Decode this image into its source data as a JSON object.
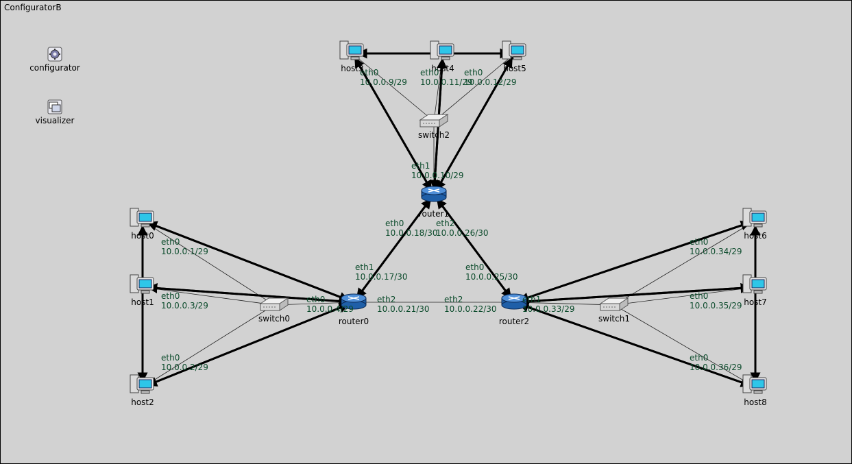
{
  "title": "ConfiguratorB",
  "panel": [
    {
      "id": "configurator",
      "label": "configurator",
      "icon": "gear-icon"
    },
    {
      "id": "visualizer",
      "label": "visualizer",
      "icon": "window-icon"
    }
  ],
  "nodes": [
    {
      "id": "host3",
      "type": "host",
      "label": "host3"
    },
    {
      "id": "host4",
      "type": "host",
      "label": "host4"
    },
    {
      "id": "host5",
      "type": "host",
      "label": "host5"
    },
    {
      "id": "switch2",
      "type": "switch",
      "label": "switch2"
    },
    {
      "id": "router1",
      "type": "router",
      "label": "router1"
    },
    {
      "id": "host0",
      "type": "host",
      "label": "host0"
    },
    {
      "id": "host1",
      "type": "host",
      "label": "host1"
    },
    {
      "id": "host2",
      "type": "host",
      "label": "host2"
    },
    {
      "id": "switch0",
      "type": "switch",
      "label": "switch0"
    },
    {
      "id": "router0",
      "type": "router",
      "label": "router0"
    },
    {
      "id": "router2",
      "type": "router",
      "label": "router2"
    },
    {
      "id": "switch1",
      "type": "switch",
      "label": "switch1"
    },
    {
      "id": "host6",
      "type": "host",
      "label": "host6"
    },
    {
      "id": "host7",
      "type": "host",
      "label": "host7"
    },
    {
      "id": "host8",
      "type": "host",
      "label": "host8"
    }
  ],
  "links": [
    [
      "host3",
      "switch2"
    ],
    [
      "host4",
      "switch2"
    ],
    [
      "host5",
      "switch2"
    ],
    [
      "switch2",
      "router1"
    ],
    [
      "host0",
      "switch0"
    ],
    [
      "host1",
      "switch0"
    ],
    [
      "host2",
      "switch0"
    ],
    [
      "switch0",
      "router0"
    ],
    [
      "router0",
      "router2"
    ],
    [
      "router2",
      "switch1"
    ],
    [
      "host6",
      "switch1"
    ],
    [
      "host7",
      "switch1"
    ],
    [
      "host8",
      "switch1"
    ]
  ],
  "routes": [
    [
      "host3",
      "host5"
    ],
    [
      "host5",
      "host3"
    ],
    [
      "host4",
      "router1"
    ],
    [
      "router1",
      "host4"
    ],
    [
      "host3",
      "router1"
    ],
    [
      "router1",
      "host3"
    ],
    [
      "host5",
      "router1"
    ],
    [
      "router1",
      "host5"
    ],
    [
      "router1",
      "router0"
    ],
    [
      "router0",
      "router1"
    ],
    [
      "router1",
      "router2"
    ],
    [
      "router2",
      "router1"
    ],
    [
      "host0",
      "host2"
    ],
    [
      "host2",
      "host0"
    ],
    [
      "host0",
      "router0"
    ],
    [
      "router0",
      "host0"
    ],
    [
      "host1",
      "router0"
    ],
    [
      "router0",
      "host1"
    ],
    [
      "host2",
      "router0"
    ],
    [
      "router0",
      "host2"
    ],
    [
      "host6",
      "host8"
    ],
    [
      "host8",
      "host6"
    ],
    [
      "host6",
      "router2"
    ],
    [
      "router2",
      "host6"
    ],
    [
      "host7",
      "router2"
    ],
    [
      "router2",
      "host7"
    ],
    [
      "host8",
      "router2"
    ],
    [
      "router2",
      "host8"
    ]
  ],
  "interfaces": [
    {
      "if": "eth0",
      "addr": "10.0.0.9/29"
    },
    {
      "if": "eth0",
      "addr": "10.0.0.11/29"
    },
    {
      "if": "eth0",
      "addr": "10.0.0.12/29"
    },
    {
      "if": "eth1",
      "addr": "10.0.0.10/29"
    },
    {
      "if": "eth0",
      "addr": "10.0.0.18/30"
    },
    {
      "if": "eth2",
      "addr": "10.0.0.26/30"
    },
    {
      "if": "eth1",
      "addr": "10.0.0.17/30"
    },
    {
      "if": "eth0",
      "addr": "10.0.0.25/30"
    },
    {
      "if": "eth0",
      "addr": "10.0.0.1/29"
    },
    {
      "if": "eth0",
      "addr": "10.0.0.3/29"
    },
    {
      "if": "eth0",
      "addr": "10.0.0.4/29"
    },
    {
      "if": "eth2",
      "addr": "10.0.0.21/30"
    },
    {
      "if": "eth2",
      "addr": "10.0.0.22/30"
    },
    {
      "if": "eth1",
      "addr": "10.0.0.33/29"
    },
    {
      "if": "eth0",
      "addr": "10.0.0.2/29"
    },
    {
      "if": "eth0",
      "addr": "10.0.0.34/29"
    },
    {
      "if": "eth0",
      "addr": "10.0.0.35/29"
    },
    {
      "if": "eth0",
      "addr": "10.0.0.36/29"
    }
  ]
}
